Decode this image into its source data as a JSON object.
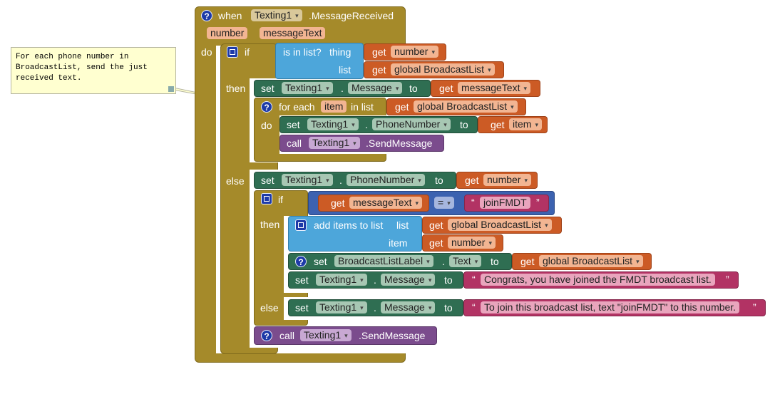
{
  "event": {
    "when": "when",
    "component": "Texting1",
    "event_name": ".MessageReceived",
    "params": [
      "number",
      "messageText"
    ],
    "do": "do"
  },
  "comment": {
    "text": "For each phone number in\nBroadcastList, send the just\nreceived text."
  },
  "if1": {
    "if": "if",
    "is_in_list": "is in list?",
    "thing": "thing",
    "list": "list",
    "get": "get",
    "thing_var": "number",
    "list_var": "global BroadcastList",
    "then": "then",
    "else": "else"
  },
  "set_message": {
    "set": "set",
    "component": "Texting1",
    "dot": ".",
    "property": "Message",
    "to": "to",
    "get": "get",
    "var": "messageText"
  },
  "for_each": {
    "label": "for each",
    "var": "item",
    "in_list": "in list",
    "get": "get",
    "list_var": "global BroadcastList",
    "do": "do"
  },
  "set_phone_item": {
    "set": "set",
    "component": "Texting1",
    "dot": ".",
    "property": "PhoneNumber",
    "to": "to",
    "get": "get",
    "var": "item"
  },
  "call_send_1": {
    "call": "call",
    "component": "Texting1",
    "method": ".SendMessage"
  },
  "set_phone_number": {
    "set": "set",
    "component": "Texting1",
    "dot": ".",
    "property": "PhoneNumber",
    "to": "to",
    "get": "get",
    "var": "number"
  },
  "if2": {
    "if": "if",
    "get": "get",
    "var": "messageText",
    "op": "=",
    "text_value": "joinFMDT",
    "then": "then",
    "else": "else"
  },
  "add_items": {
    "label": "add items to list",
    "list": "list",
    "item": "item",
    "get": "get",
    "list_var": "global BroadcastList",
    "item_var": "number"
  },
  "set_label_text": {
    "set": "set",
    "component": "BroadcastListLabel",
    "dot": ".",
    "property": "Text",
    "to": "to",
    "get": "get",
    "var": "global BroadcastList"
  },
  "set_msg_congrats": {
    "set": "set",
    "component": "Texting1",
    "dot": ".",
    "property": "Message",
    "to": "to",
    "text": "Congrats, you have joined the FMDT broadcast list."
  },
  "set_msg_join": {
    "set": "set",
    "component": "Texting1",
    "dot": ".",
    "property": "Message",
    "to": "to",
    "text": "To join this broadcast list, text \"joinFMDT\" to this number."
  },
  "call_send_2": {
    "call": "call",
    "component": "Texting1",
    "method": ".SendMessage"
  },
  "icons": {
    "question": "?",
    "dropdown": "▾",
    "quote_open": "“",
    "quote_close": "”"
  }
}
